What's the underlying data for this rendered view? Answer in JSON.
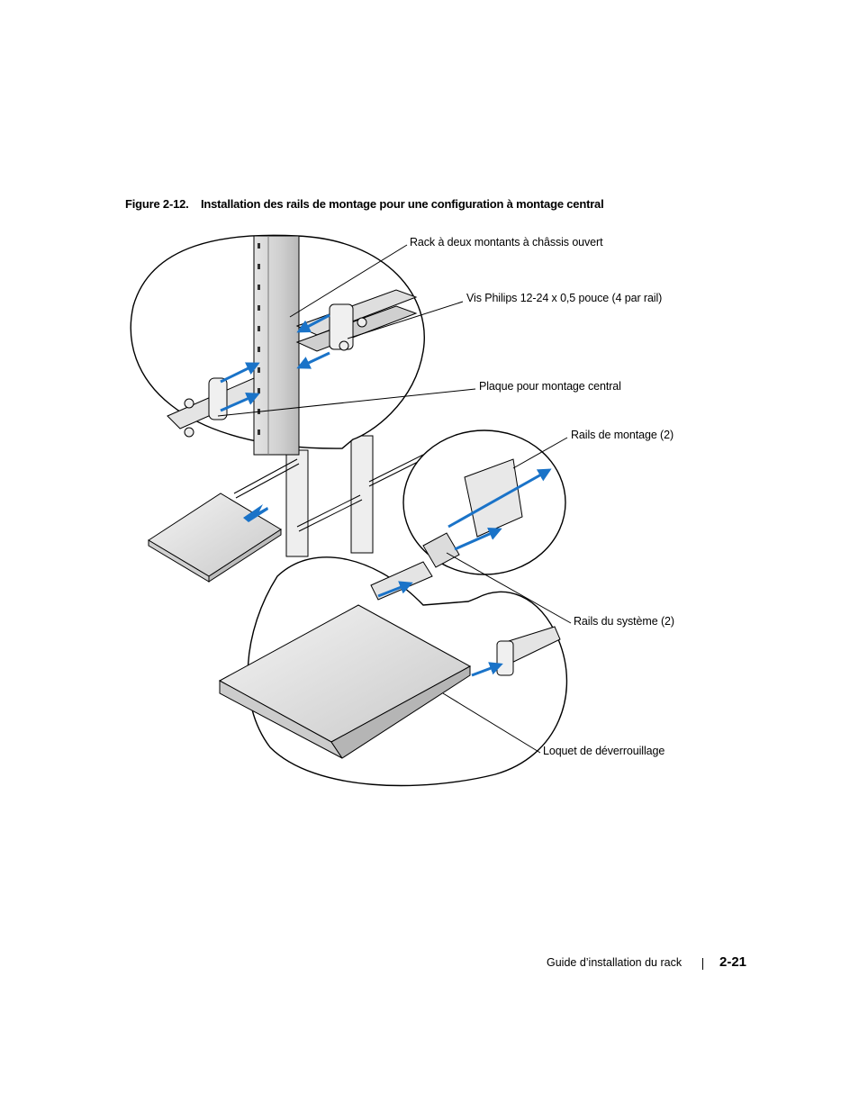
{
  "figure": {
    "number": "Figure 2-12.",
    "title": "Installation des rails de montage pour une configuration à montage central"
  },
  "callouts": [
    {
      "id": "rack",
      "text": "Rack à deux montants à châssis ouvert"
    },
    {
      "id": "screws",
      "text": "Vis Philips 12-24 x 0,5 pouce (4 par rail)"
    },
    {
      "id": "plate",
      "text": "Plaque pour montage central"
    },
    {
      "id": "mount-rails",
      "text": "Rails de montage (2)"
    },
    {
      "id": "system-rails",
      "text": "Rails du système (2)"
    },
    {
      "id": "latch",
      "text": "Loquet de déverrouillage"
    }
  ],
  "footer": {
    "guide": "Guide d’installation du rack",
    "page": "2-21"
  },
  "colors": {
    "arrow": "#1a73c8",
    "line": "#000000",
    "metal": "#d8d8d8"
  }
}
